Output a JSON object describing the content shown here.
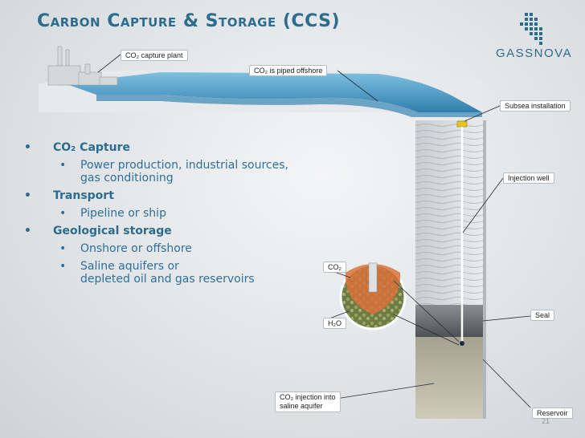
{
  "slide": {
    "title_part1": "Carbon Capture & Storage (CCS)",
    "brand": "GASSNOVA"
  },
  "bullets": {
    "capture": {
      "label": "CO₂ Capture",
      "sub": [
        "Power production, industrial sources,",
        "gas conditioning"
      ]
    },
    "transport": {
      "label": "Transport",
      "sub": [
        "Pipeline or ship"
      ]
    },
    "storage": {
      "label": "Geological storage",
      "sub1": [
        "Onshore or offshore"
      ],
      "sub2": [
        "Saline aquifers or",
        "depleted oil and gas reservoirs"
      ]
    }
  },
  "diagram_labels": {
    "capture_plant": "CO₂ capture plant",
    "piped_offshore": "CO₂ is piped offshore",
    "subsea": "Subsea installation",
    "injection_well": "Injection well",
    "co2": "CO₂",
    "h2o": "H₂O",
    "seal": "Seal",
    "injection_into": "CO₂ injection into",
    "saline_aquifer": "saline aquifer",
    "reservoir": "Reservoir"
  },
  "page_number": "21",
  "colors": {
    "title": "#2c6d8f",
    "water": "#4a98c2",
    "seal": "#6e7278"
  }
}
